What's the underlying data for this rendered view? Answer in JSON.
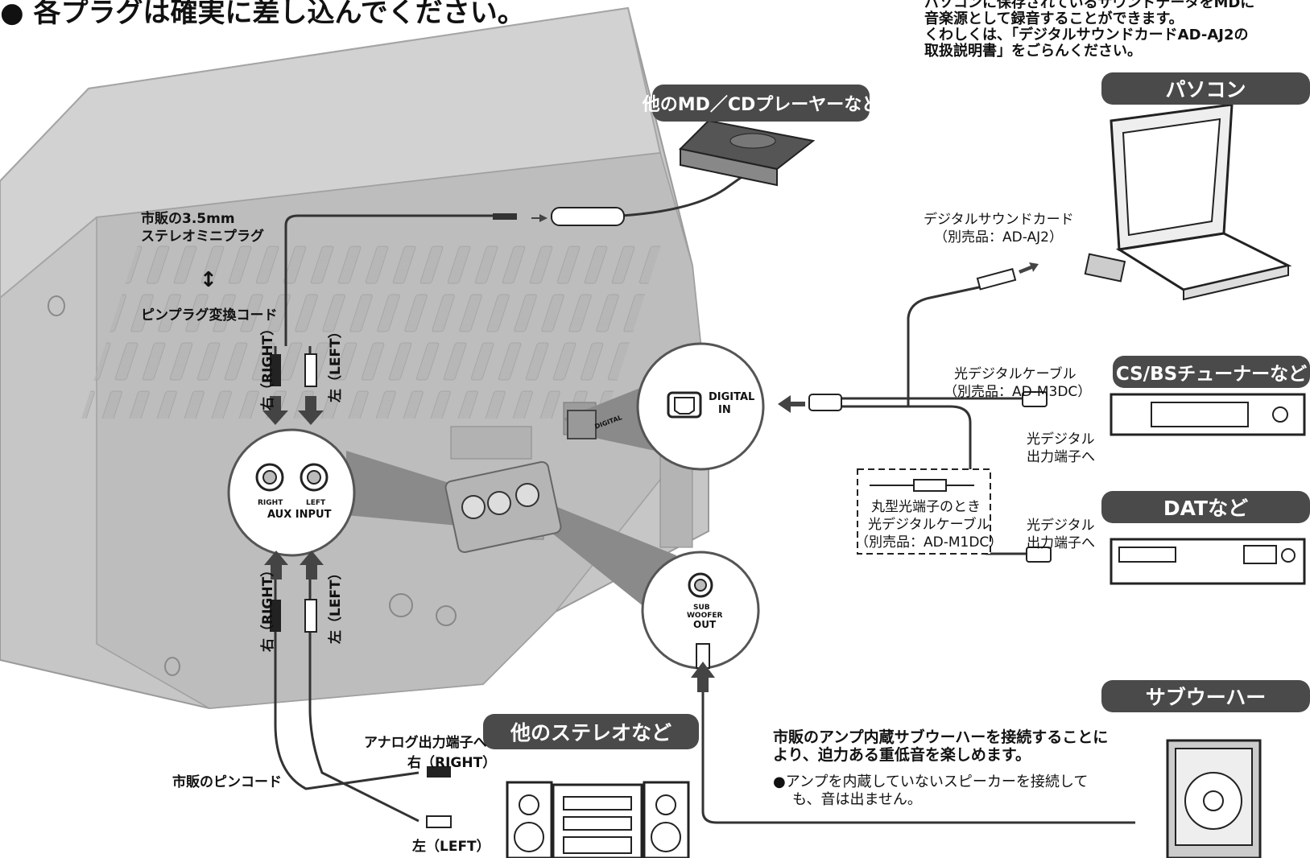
{
  "header": {
    "bullet_note": "● 各プラグは確実に差し込んでください。",
    "pc_note_lines": [
      "パソコンに保存されているサウンドデータをMDに",
      "音楽源として録音することができます。",
      "くわしくは、「デジタルサウンドカードAD-AJ2の",
      "取扱説明書」をごらんください。"
    ]
  },
  "tags": {
    "other_md_cd": "他のMD／CDプレーヤーなど",
    "pc": "パソコン",
    "cs_bs": "CS/BSチューナーなど",
    "dat": "DATなど",
    "subwoofer": "サブウーハー",
    "other_stereo": "他のステレオなど"
  },
  "labels": {
    "mini_plug_1": "市販の3.5mm",
    "mini_plug_2": "ステレオミニプラグ",
    "updown_arrow": "↕",
    "pin_convert": "ピンプラグ変換コード",
    "right_jp": "右（RIGHT）",
    "left_jp": "左（LEFT）",
    "right_jp_bottom": "右（RIGHT）",
    "left_jp_bottom": "左（LEFT）",
    "sound_card_1": "デジタルサウンドカード",
    "sound_card_2": "（別売品：AD-AJ2）",
    "optical_cable_1": "光デジタルケーブル",
    "optical_cable_2": "（別売品：AD-M3DC）",
    "optical_out_1": "光デジタル",
    "optical_out_2": "出力端子へ",
    "optical_out_dat_1": "光デジタル",
    "optical_out_dat_2": "出力端子へ",
    "round_1": "丸型光端子のとき",
    "round_2": "光デジタルケーブル",
    "round_3": "（別売品：AD-M1DC）",
    "pin_cord": "市販のピンコード",
    "analog_out": "アナログ出力端子へ",
    "right_out": "右（RIGHT）",
    "left_out": "左（LEFT）",
    "sub_note_1": "市販のアンプ内蔵サブウーハーを接続することに",
    "sub_note_2": "より、迫力ある重低音を楽しめます。",
    "sub_warn_1": "●アンプを内蔵していないスピーカーを接続して",
    "sub_warn_2": "も、音は出ません。"
  },
  "panel": {
    "digital_in_1": "DIGITAL",
    "digital_in_2": "IN",
    "aux_right": "RIGHT",
    "aux_left": "LEFT",
    "aux_input": "AUX INPUT",
    "sub_1": "SUB",
    "sub_2": "WOOFER",
    "sub_3": "OUT",
    "digital_small": "DIGITAL"
  },
  "colors": {
    "tag_bg": "#4a4a4a",
    "unit_body": "#c4c4c4",
    "unit_dark": "#a8a8a8",
    "callout": "#808080"
  }
}
